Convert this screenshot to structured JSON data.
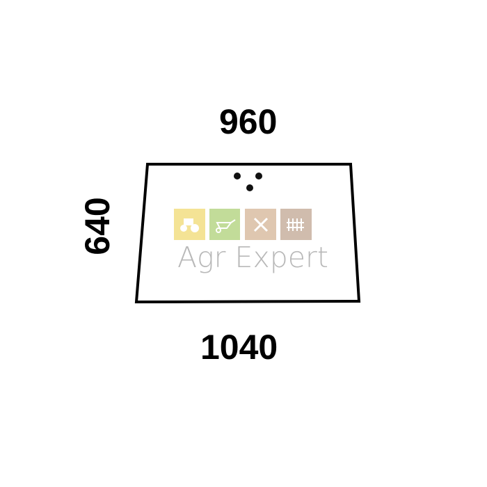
{
  "dimensions": {
    "top_width": "960",
    "bottom_width": "1040",
    "height": "640"
  },
  "watermark": {
    "text": "Agr Expert",
    "icons": [
      "tractor-icon",
      "wheelbarrow-icon",
      "tools-icon",
      "fence-icon"
    ],
    "colors": [
      "#f3e08a",
      "#bcd98e",
      "#dcc2a8",
      "#cbb5a5"
    ]
  },
  "shape": {
    "stroke_color": "#000000",
    "hole_count": 3
  }
}
